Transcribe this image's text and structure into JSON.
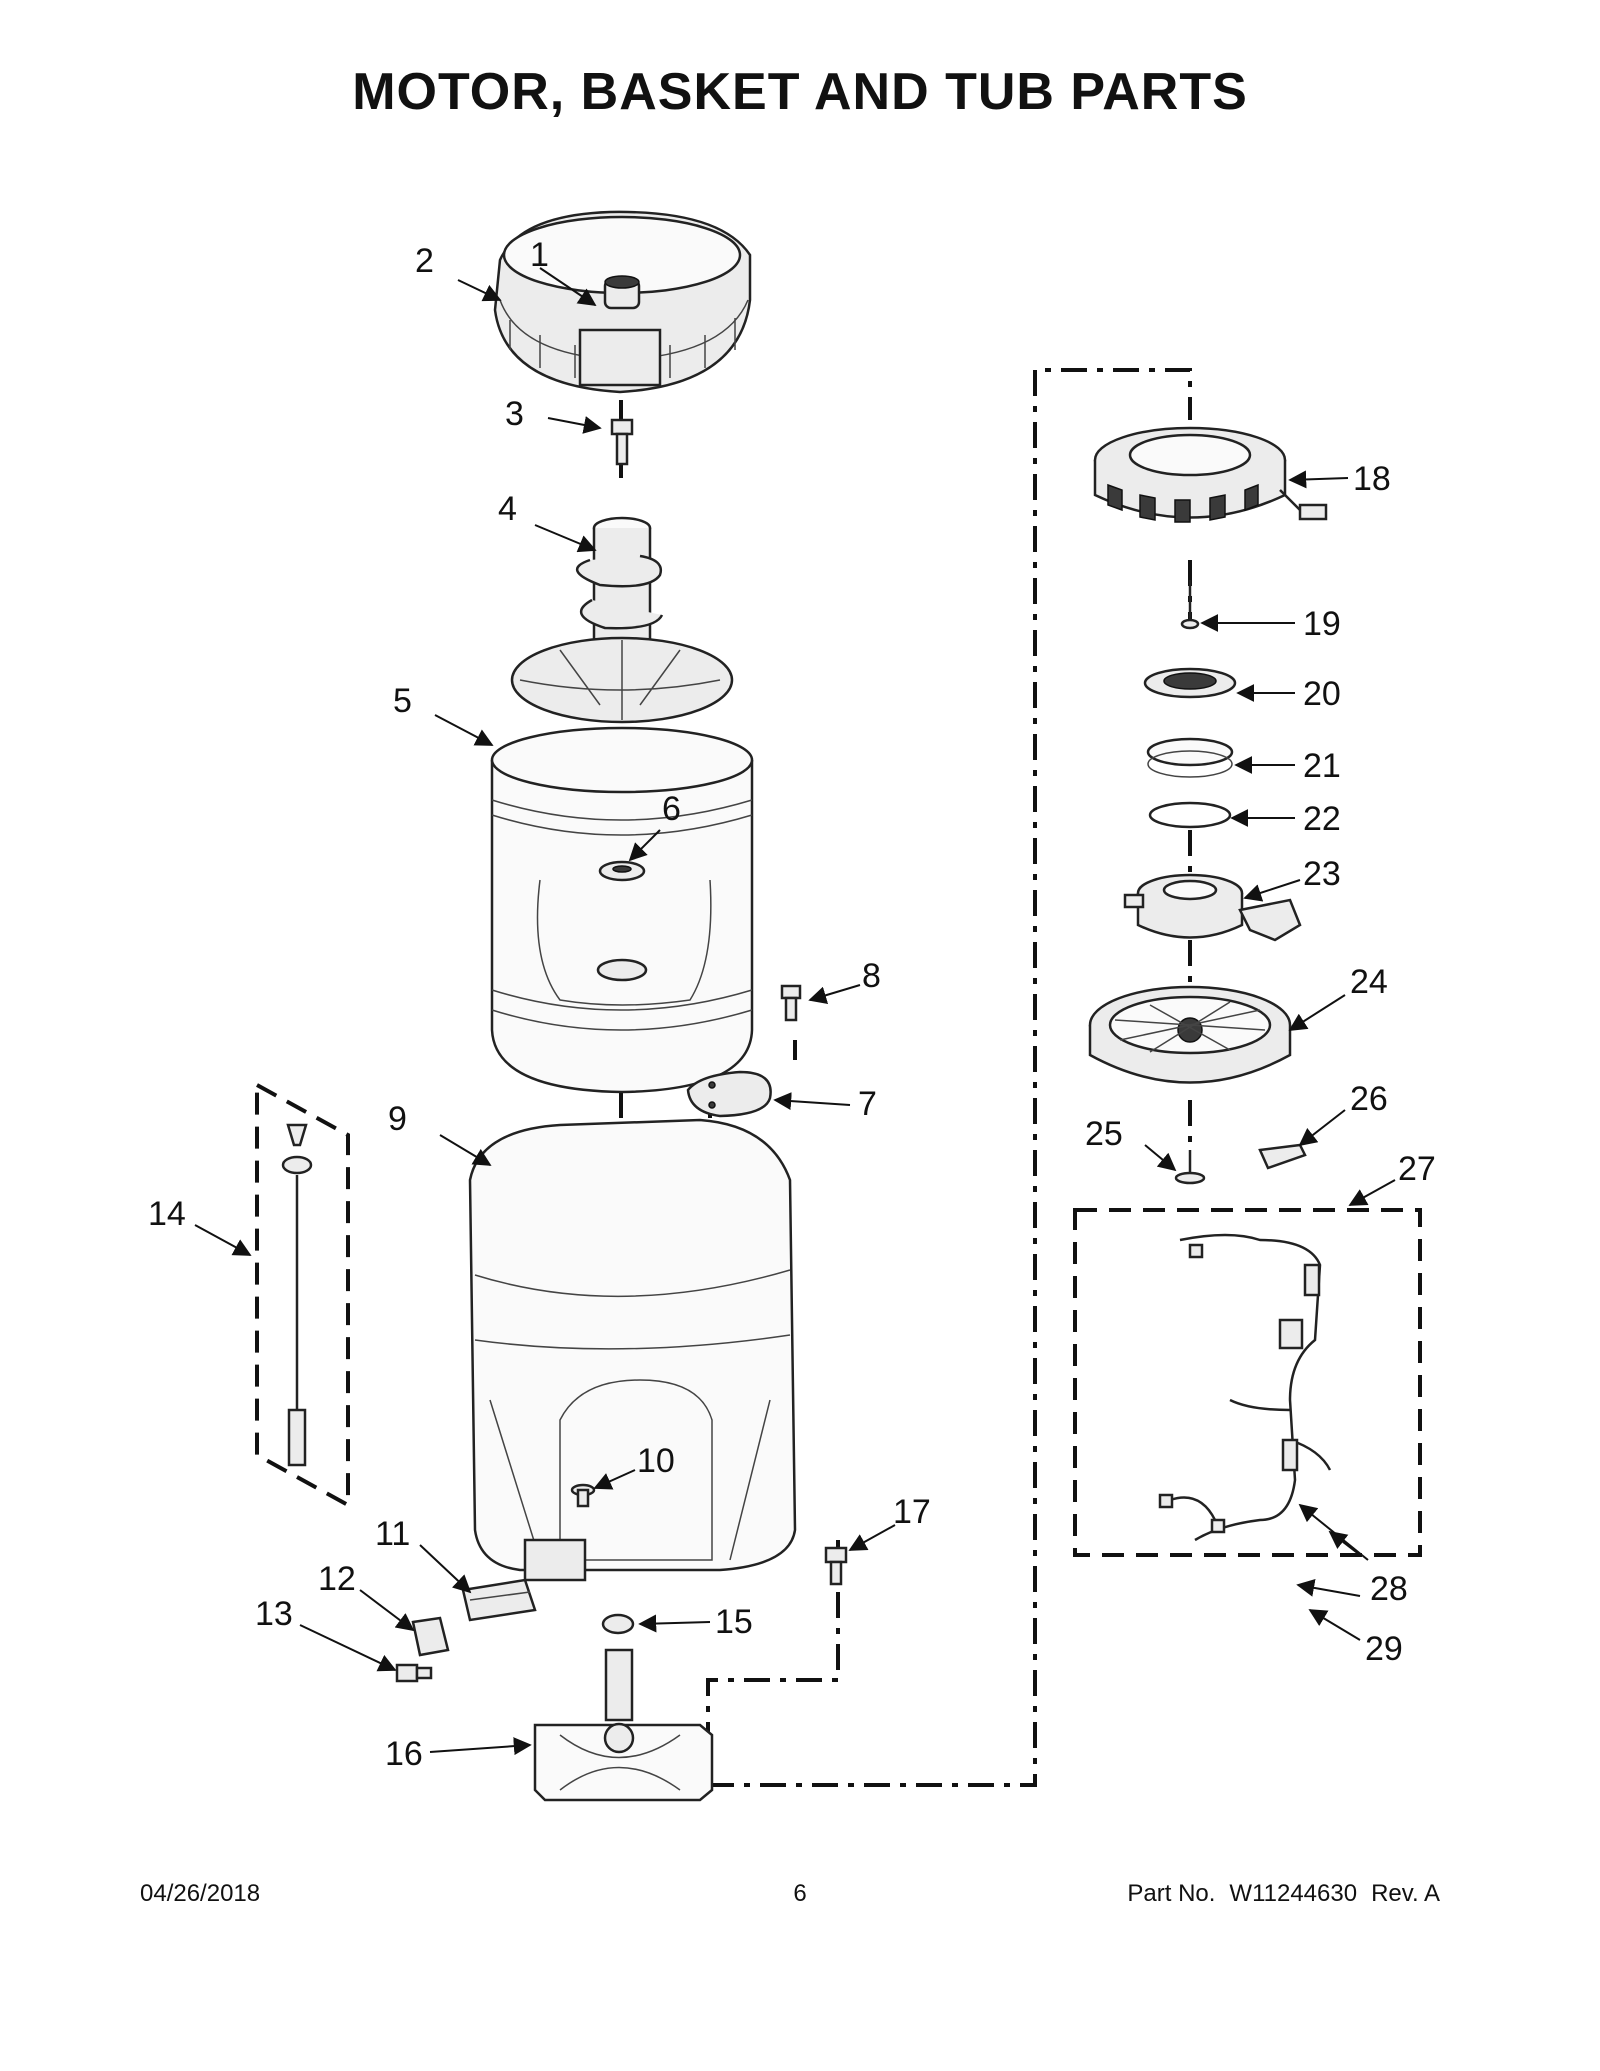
{
  "title": "MOTOR, BASKET AND TUB PARTS",
  "footer": {
    "date": "04/26/2018",
    "page": "6",
    "part_label": "Part No.",
    "part_number": "W11244630",
    "revision": "Rev.  A"
  },
  "callouts": {
    "c1": "1",
    "c2": "2",
    "c3": "3",
    "c4": "4",
    "c5": "5",
    "c6": "6",
    "c7": "7",
    "c8": "8",
    "c9": "9",
    "c10": "10",
    "c11": "11",
    "c12": "12",
    "c13": "13",
    "c14": "14",
    "c15": "15",
    "c16": "16",
    "c17": "17",
    "c18": "18",
    "c19": "19",
    "c20": "20",
    "c21": "21",
    "c22": "22",
    "c23": "23",
    "c24": "24",
    "c25": "25",
    "c26": "26",
    "c27": "27",
    "c28": "28",
    "c29": "29"
  }
}
